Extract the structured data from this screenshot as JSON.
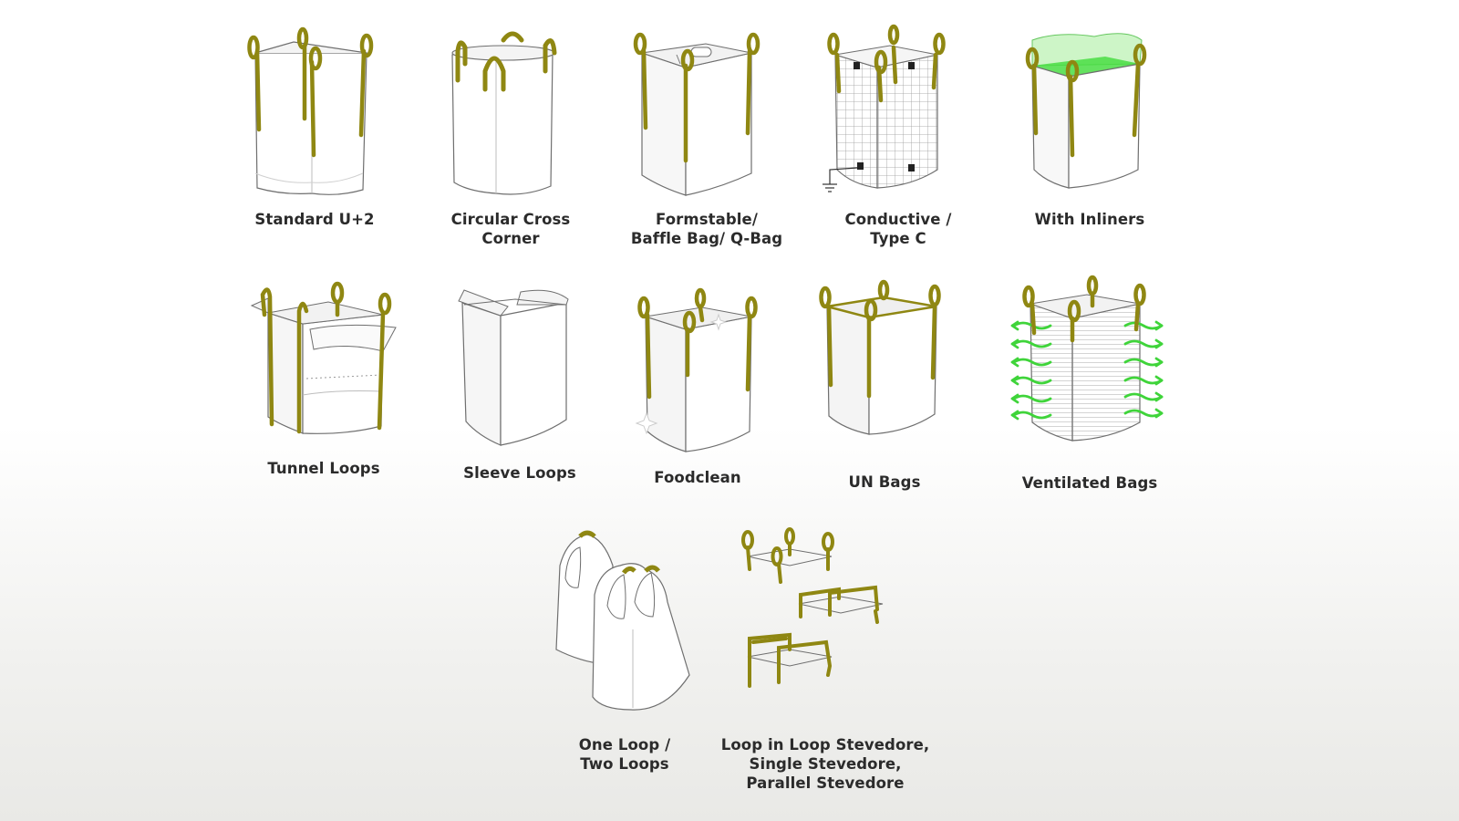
{
  "colors": {
    "loop": "#8f8712",
    "outline": "#6f6f6f",
    "bag_fill": "#ffffff",
    "bag_shade": "#e8e8e8",
    "green": "#3fd43a",
    "label": "#2b2b2b"
  },
  "items": [
    {
      "id": "standard-u2",
      "icon": "standard-bag-icon",
      "lines": [
        "Standard U+2"
      ]
    },
    {
      "id": "circular-cross-corner",
      "icon": "circular-bag-icon",
      "lines": [
        "Circular Cross",
        "Corner"
      ]
    },
    {
      "id": "formstable",
      "icon": "baffle-bag-icon",
      "lines": [
        "Formstable/",
        "Baffle Bag/ Q-Bag"
      ]
    },
    {
      "id": "conductive",
      "icon": "conductive-bag-icon",
      "lines": [
        "Conductive /",
        "Type C"
      ]
    },
    {
      "id": "with-inliners",
      "icon": "inliner-bag-icon",
      "lines": [
        "With Inliners"
      ]
    },
    {
      "id": "tunnel-loops",
      "icon": "tunnel-loop-bag-icon",
      "lines": [
        "Tunnel Loops"
      ]
    },
    {
      "id": "sleeve-loops",
      "icon": "sleeve-loop-bag-icon",
      "lines": [
        "Sleeve Loops"
      ]
    },
    {
      "id": "foodclean",
      "icon": "foodclean-bag-icon",
      "lines": [
        "Foodclean"
      ]
    },
    {
      "id": "un-bags",
      "icon": "un-bag-icon",
      "lines": [
        "UN Bags"
      ]
    },
    {
      "id": "ventilated-bags",
      "icon": "ventilated-bag-icon",
      "lines": [
        "Ventilated Bags"
      ]
    },
    {
      "id": "one-two-loops",
      "icon": "one-two-loop-bag-icon",
      "lines": [
        "One Loop /",
        "Two Loops"
      ]
    },
    {
      "id": "stevedore",
      "icon": "stevedore-frames-icon",
      "lines": [
        "Loop in Loop Stevedore,",
        "Single Stevedore,",
        "Parallel Stevedore"
      ]
    }
  ]
}
